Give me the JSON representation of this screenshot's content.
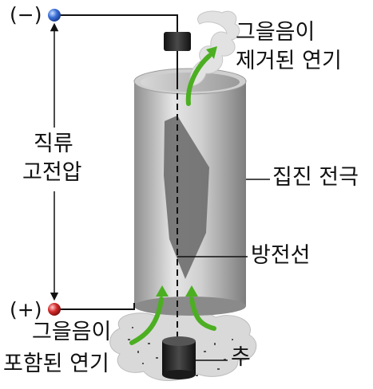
{
  "labels": {
    "neg_sign": "(−)",
    "pos_sign": "(+)",
    "dc_voltage_line1": "직류",
    "dc_voltage_line2": "고전압",
    "clean_gas_line1": "그을음이",
    "clean_gas_line2": "제거된 연기",
    "collector": "집진 전극",
    "discharge_wire": "방전선",
    "dirty_gas_line1": "그을음이",
    "dirty_gas_line2": "포함된 연기",
    "weight": "추"
  },
  "colors": {
    "cylinder": "#bdbdbd",
    "arrow": "#4caf22",
    "negative_terminal": "#3a6fd8",
    "positive_terminal": "#d42a2a",
    "smoke": "#dcdcdc",
    "soot_plate": "#6e6e6e",
    "weight": "#2a2a2a"
  }
}
